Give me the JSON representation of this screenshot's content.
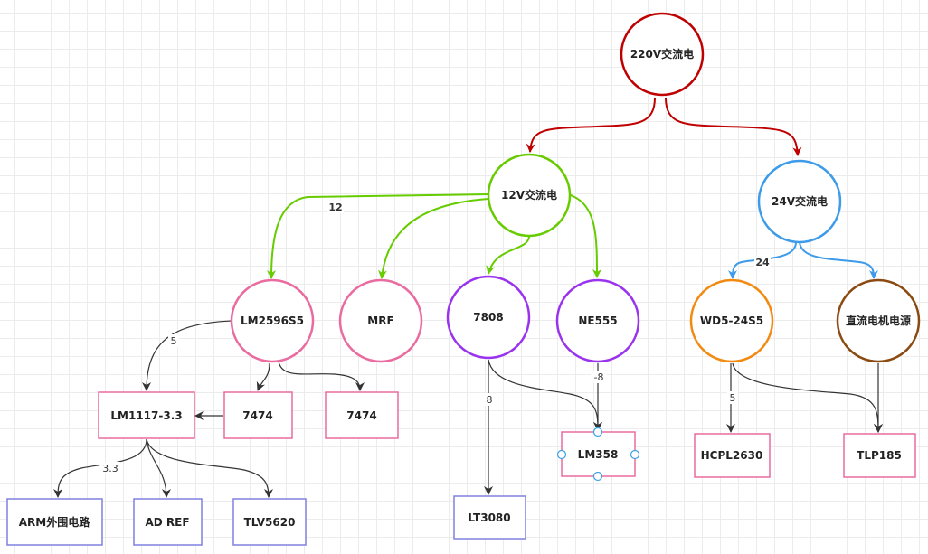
{
  "colors": {
    "red": "#c00000",
    "green": "#66cc00",
    "blue": "#3d9be9",
    "pink": "#ea6b9f",
    "purple": "#9933ee",
    "orange": "#f28a12",
    "brown": "#8b4a12",
    "dark": "#333333",
    "lavender": "#8080e0",
    "selection": "#3aa0e8"
  },
  "nodes": [
    {
      "id": "ac220",
      "label": "220V交流电",
      "shape": "circle",
      "color": "red"
    },
    {
      "id": "ac12",
      "label": "12V交流电",
      "shape": "circle",
      "color": "green"
    },
    {
      "id": "ac24",
      "label": "24V交流电",
      "shape": "circle",
      "color": "blue"
    },
    {
      "id": "lm2596",
      "label": "LM2596S5",
      "shape": "circle",
      "color": "pink"
    },
    {
      "id": "mrf",
      "label": "MRF",
      "shape": "circle",
      "color": "pink"
    },
    {
      "id": "u7808",
      "label": "7808",
      "shape": "circle",
      "color": "purple"
    },
    {
      "id": "ne555",
      "label": "NE555",
      "shape": "circle",
      "color": "purple"
    },
    {
      "id": "wd5",
      "label": "WD5-24S5",
      "shape": "circle",
      "color": "orange"
    },
    {
      "id": "dcmotor",
      "label": "直流电机电源",
      "shape": "circle",
      "color": "brown"
    },
    {
      "id": "lm1117",
      "label": "LM1117-3.3",
      "shape": "rect",
      "color": "pink"
    },
    {
      "id": "u7474a",
      "label": "7474",
      "shape": "rect",
      "color": "pink"
    },
    {
      "id": "u7474b",
      "label": "7474",
      "shape": "rect",
      "color": "pink"
    },
    {
      "id": "lm358",
      "label": "LM358",
      "shape": "rect",
      "color": "pink",
      "selected": true
    },
    {
      "id": "lt3080",
      "label": "LT3080",
      "shape": "rect",
      "color": "lavender"
    },
    {
      "id": "hcpl",
      "label": "HCPL2630",
      "shape": "rect",
      "color": "pink"
    },
    {
      "id": "tlp",
      "label": "TLP185",
      "shape": "rect",
      "color": "pink"
    },
    {
      "id": "arm",
      "label": "ARM外围电路",
      "shape": "rect",
      "color": "lavender"
    },
    {
      "id": "adref",
      "label": "AD REF",
      "shape": "rect",
      "color": "lavender"
    },
    {
      "id": "tlv",
      "label": "TLV5620",
      "shape": "rect",
      "color": "lavender"
    }
  ],
  "edges": [
    {
      "from": "ac220",
      "to": "ac12",
      "label": "",
      "color": "red"
    },
    {
      "from": "ac220",
      "to": "ac24",
      "label": "",
      "color": "red"
    },
    {
      "from": "ac12",
      "to": "lm2596",
      "label": "12",
      "color": "green"
    },
    {
      "from": "ac12",
      "to": "mrf",
      "label": "",
      "color": "green"
    },
    {
      "from": "ac12",
      "to": "u7808",
      "label": "",
      "color": "green"
    },
    {
      "from": "ac12",
      "to": "ne555",
      "label": "",
      "color": "green"
    },
    {
      "from": "ac24",
      "to": "wd5",
      "label": "24",
      "color": "blue"
    },
    {
      "from": "ac24",
      "to": "dcmotor",
      "label": "",
      "color": "blue"
    },
    {
      "from": "lm2596",
      "to": "lm1117",
      "label": "5",
      "color": "dark"
    },
    {
      "from": "lm2596",
      "to": "u7474a",
      "label": "",
      "color": "dark"
    },
    {
      "from": "lm2596",
      "to": "u7474b",
      "label": "",
      "color": "dark"
    },
    {
      "from": "u7474a",
      "to": "lm1117",
      "label": "",
      "color": "dark"
    },
    {
      "from": "lm1117",
      "to": "arm",
      "label": "3.3",
      "color": "dark"
    },
    {
      "from": "lm1117",
      "to": "adref",
      "label": "",
      "color": "dark"
    },
    {
      "from": "lm1117",
      "to": "tlv",
      "label": "",
      "color": "dark"
    },
    {
      "from": "u7808",
      "to": "lt3080",
      "label": "8",
      "color": "dark"
    },
    {
      "from": "u7808",
      "to": "lm358",
      "label": "",
      "color": "dark"
    },
    {
      "from": "ne555",
      "to": "lm358",
      "label": "-8",
      "color": "dark"
    },
    {
      "from": "wd5",
      "to": "hcpl",
      "label": "5",
      "color": "dark"
    },
    {
      "from": "wd5",
      "to": "tlp",
      "label": "",
      "color": "dark"
    },
    {
      "from": "dcmotor",
      "to": "tlp",
      "label": "",
      "color": "dark"
    }
  ]
}
